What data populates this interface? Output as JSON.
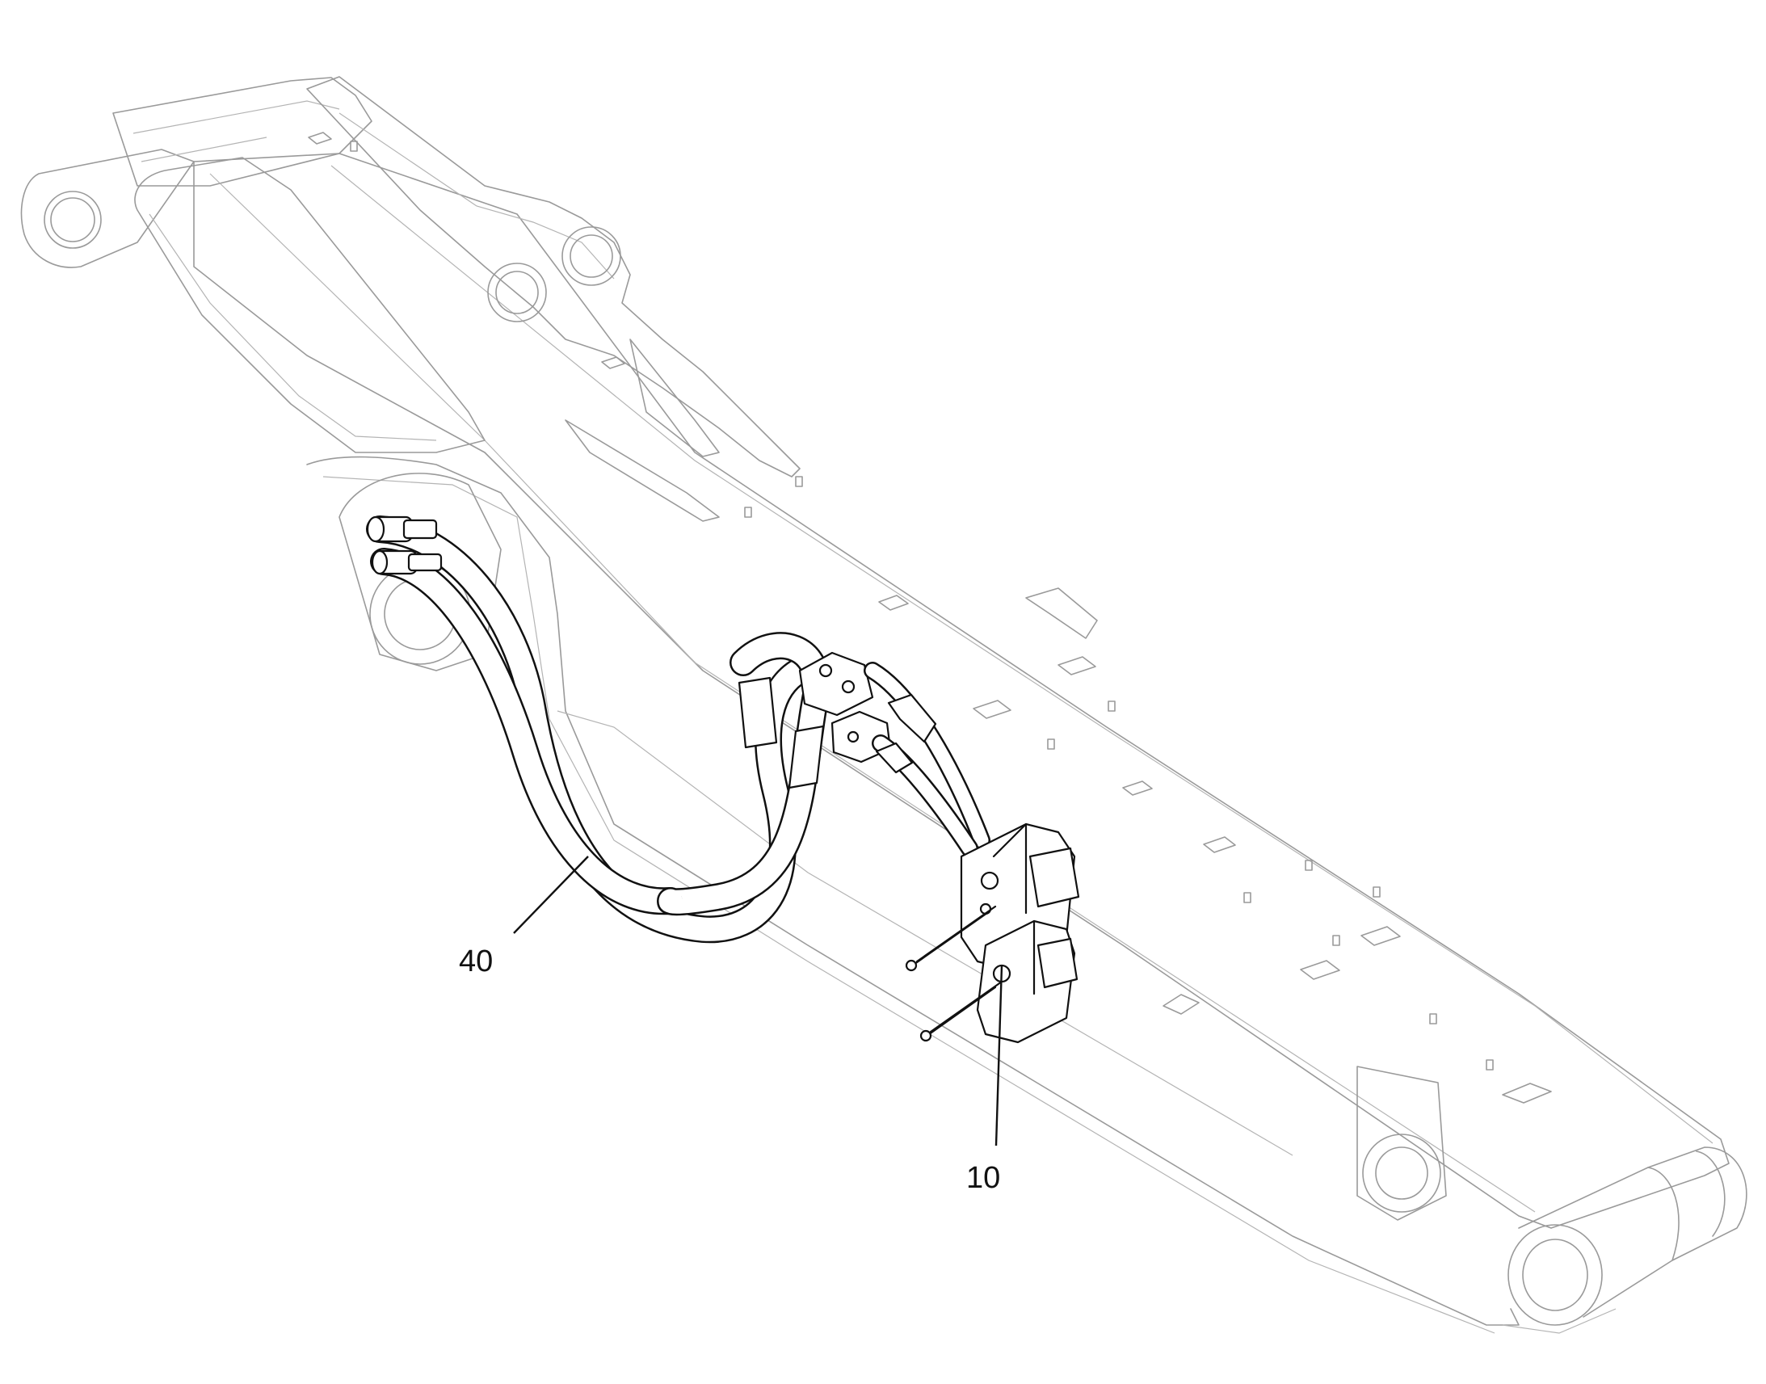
{
  "callouts": [
    {
      "id": "item-40",
      "label": "40"
    },
    {
      "id": "item-10",
      "label": "10"
    }
  ]
}
